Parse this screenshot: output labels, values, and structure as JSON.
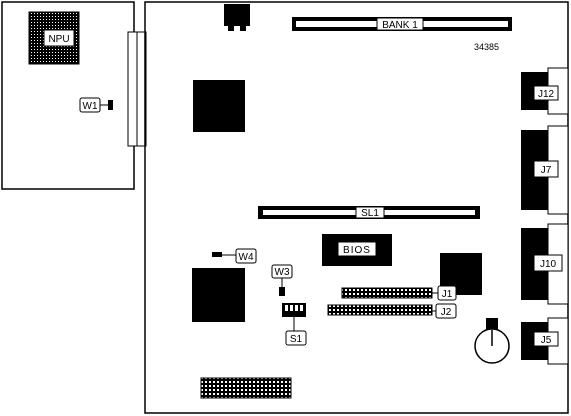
{
  "labels": {
    "npu": "NPU",
    "w1": "W1",
    "bank1": "BANK 1",
    "part_number": "34385",
    "j12": "J12",
    "j7": "J7",
    "sl1": "SL1",
    "bios": "BIOS",
    "w4": "W4",
    "w3": "W3",
    "j10": "J10",
    "j1": "J1",
    "j2": "J2",
    "s1": "S1",
    "j5": "J5"
  }
}
